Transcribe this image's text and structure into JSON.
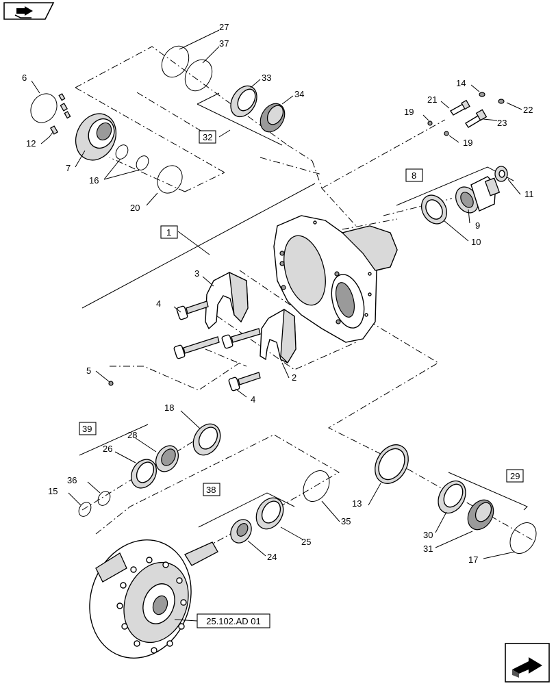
{
  "reference_label": "25.102.AD 01",
  "part_numbers": {
    "p1": "1",
    "p2": "2",
    "p3": "3",
    "p4a": "4",
    "p4b": "4",
    "p5": "5",
    "p6": "6",
    "p7": "7",
    "p8": "8",
    "p9": "9",
    "p10": "10",
    "p11": "11",
    "p12": "12",
    "p13": "13",
    "p14": "14",
    "p15": "15",
    "p16": "16",
    "p17": "17",
    "p18": "18",
    "p19a": "19",
    "p19b": "19",
    "p20": "20",
    "p21": "21",
    "p22": "22",
    "p23": "23",
    "p24": "24",
    "p25": "25",
    "p26": "26",
    "p27": "27",
    "p28": "28",
    "p29": "29",
    "p30": "30",
    "p31": "31",
    "p32": "32",
    "p33": "33",
    "p34": "34",
    "p35": "35",
    "p36": "36",
    "p37": "37",
    "p38": "38",
    "p39": "39"
  },
  "icons": {
    "top_left": "book-arrow-icon",
    "bottom_right": "next-page-arrow-icon"
  }
}
